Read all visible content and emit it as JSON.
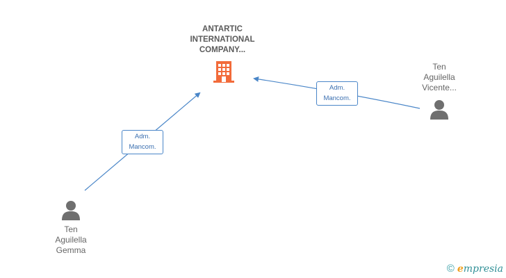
{
  "company": {
    "name_lines": [
      "ANTARTIC",
      "INTERNATIONAL",
      "COMPANY..."
    ],
    "icon": "building-icon",
    "color": "#f26b3a"
  },
  "persons": [
    {
      "id": "gemma",
      "name_lines": [
        "Ten",
        "Aguilella",
        "Gemma"
      ],
      "icon": "person-icon"
    },
    {
      "id": "vicente",
      "name_lines": [
        "Ten",
        "Aguilella",
        "Vicente..."
      ],
      "icon": "person-icon"
    }
  ],
  "relations": [
    {
      "from": "gemma",
      "to": "company",
      "label_lines": [
        "Adm.",
        "Mancom."
      ]
    },
    {
      "from": "vicente",
      "to": "company",
      "label_lines": [
        "Adm.",
        "Mancom."
      ]
    }
  ],
  "colors": {
    "edge": "#4a86c8",
    "person_icon": "#6f6f6f",
    "text": "#666666"
  },
  "watermark": {
    "copyright_symbol": "©",
    "brand_initial": "e",
    "brand_rest": "mpresia"
  }
}
